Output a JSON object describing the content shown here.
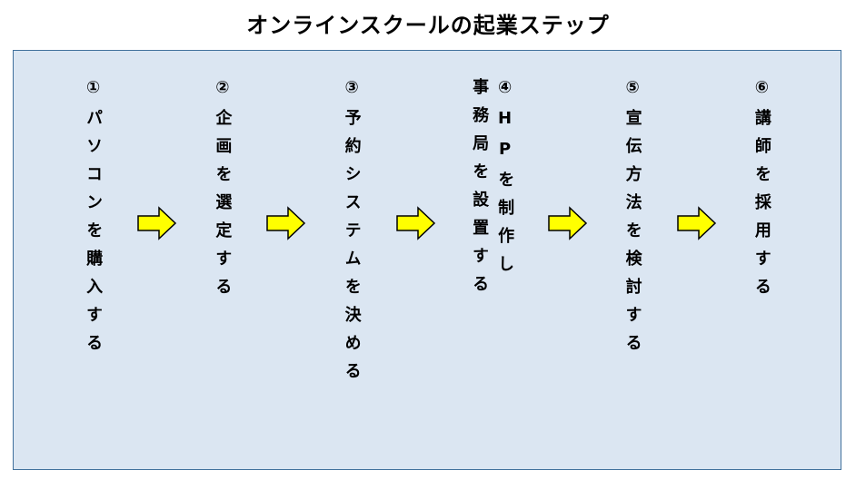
{
  "title": "オンラインスクールの起業ステップ",
  "steps": [
    {
      "label": "①パソコンを購入する"
    },
    {
      "label": "②企画を選定する"
    },
    {
      "label": "③予約システムを決める"
    },
    {
      "label": "④HPを制作し\n事務局を設置する"
    },
    {
      "label": "⑤宣伝方法を検討する"
    },
    {
      "label": "⑥講師を採用する"
    }
  ],
  "colors": {
    "box_background": "#dbe6f2",
    "box_border": "#41719c",
    "arrow_fill": "#ffff00",
    "arrow_outline": "#000000",
    "text": "#000000"
  }
}
